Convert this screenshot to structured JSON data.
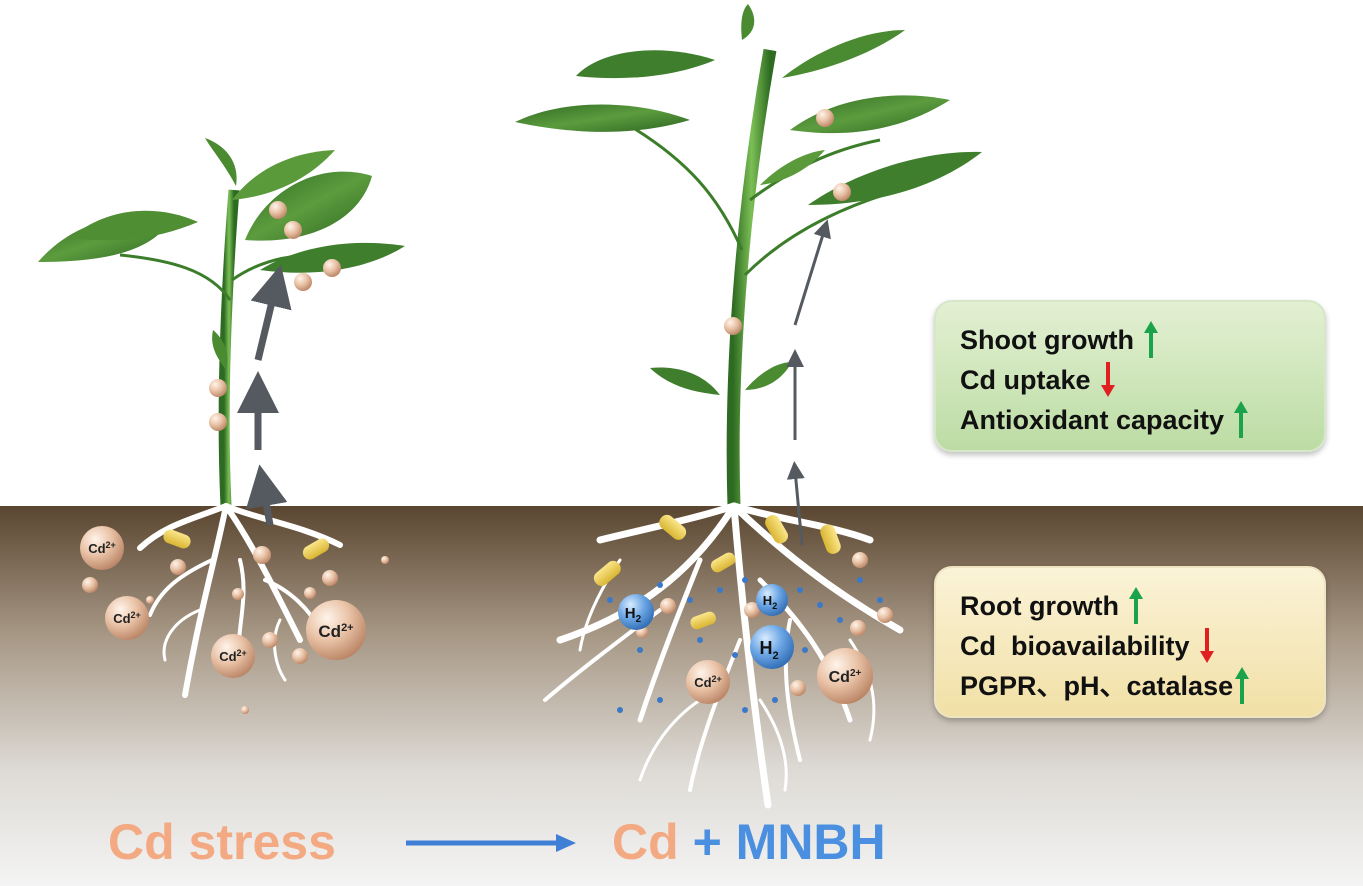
{
  "panel_left": {
    "ion_label": "Cd",
    "ion_charge": "2+"
  },
  "panel_right": {
    "h2_label": "H",
    "h2_sub": "2"
  },
  "shoot_box": {
    "lines": [
      {
        "text": "Shoot growth",
        "trend": "up",
        "color": "#1aa34a"
      },
      {
        "text": "Cd uptake",
        "trend": "down",
        "color": "#e02020"
      },
      {
        "text": "Antioxidant capacity",
        "trend": "up",
        "color": "#1aa34a"
      }
    ]
  },
  "root_box": {
    "lines": [
      {
        "text": "Root growth",
        "trend": "up",
        "color": "#1aa34a"
      },
      {
        "text": "Cd  bioavailability",
        "trend": "down",
        "color": "#e02020"
      },
      {
        "text": "PGPR、pH、catalase",
        "trend": "up",
        "color": "#1aa34a"
      }
    ]
  },
  "captions": {
    "left": "Cd stress",
    "right_cd": "Cd",
    "right_plus": "+",
    "right_mnbh": "MNBH"
  },
  "colors": {
    "soil_top": "#5a4630",
    "soil_bottom": "#f2f2f2",
    "leaf": "#3c7d2a",
    "ion": "#e9c2a6",
    "h2_bubble": "#5a96d8",
    "transport_arrow": "#555a60",
    "process_arrow": "#3f7fd6"
  }
}
